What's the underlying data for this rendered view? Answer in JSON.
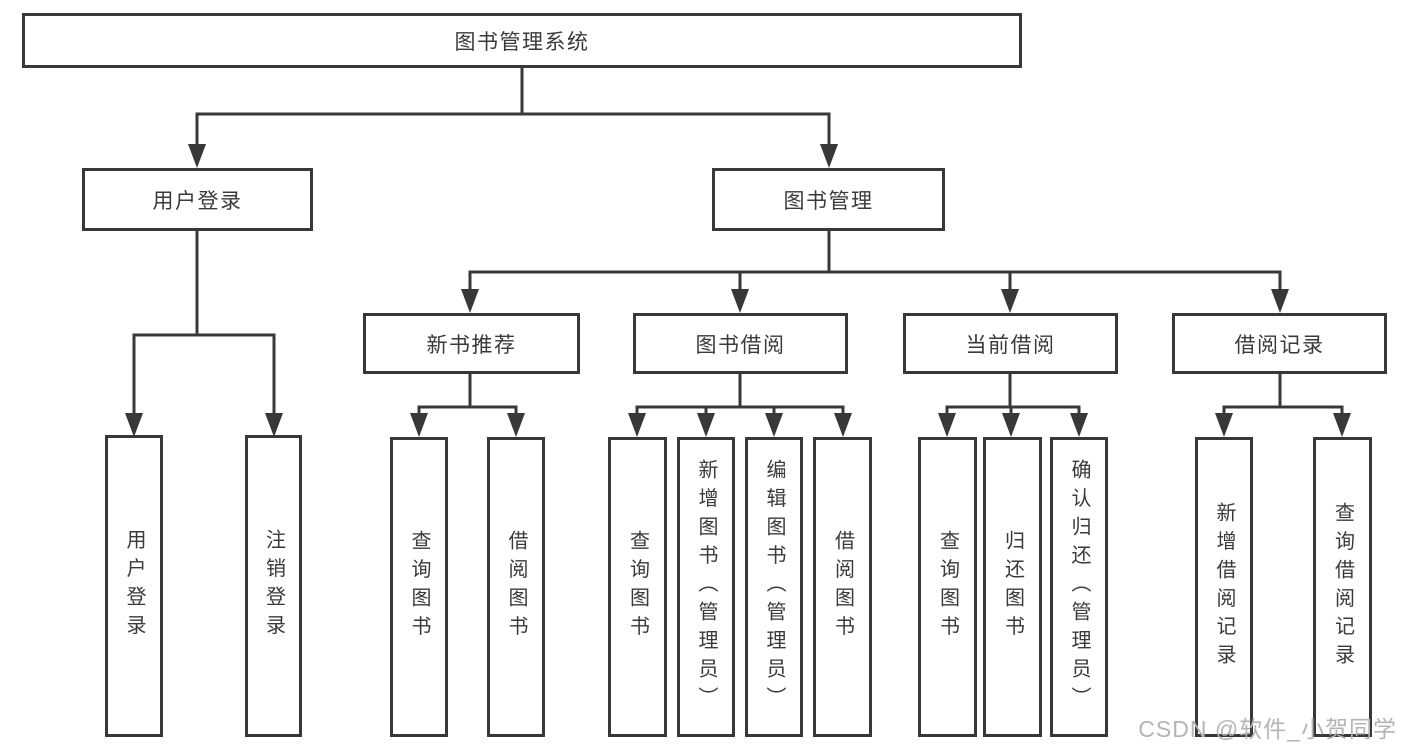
{
  "tree": {
    "root": "图书管理系统",
    "level2": {
      "user_login": "用户登录",
      "book_management": "图书管理"
    },
    "level3": {
      "new_books": "新书推荐",
      "book_borrow": "图书借阅",
      "current_borrow": "当前借阅",
      "borrow_records": "借阅记录"
    },
    "leaves": {
      "user_login": [
        "用户登录",
        "注销登录"
      ],
      "new_books": [
        "查询图书",
        "借阅图书"
      ],
      "book_borrow": [
        "查询图书",
        "新增图书（管理员）",
        "编辑图书（管理员）",
        "借阅图书"
      ],
      "current_borrow": [
        "查询图书",
        "归还图书",
        "确认归还（管理员）"
      ],
      "borrow_records": [
        "新增借阅记录",
        "查询借阅记录"
      ]
    }
  },
  "watermark": "CSDN @软件_小贺同学",
  "colors": {
    "line": "#383838",
    "text": "#3a3a3a",
    "watermark": "#b4b4b4",
    "background": "#ffffff"
  }
}
